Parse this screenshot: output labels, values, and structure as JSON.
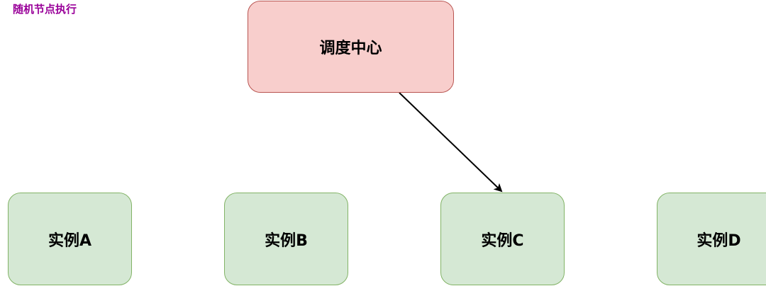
{
  "caption": "随机节点执行",
  "scheduler": {
    "label": "调度中心"
  },
  "instances": [
    {
      "label": "实例A"
    },
    {
      "label": "实例B"
    },
    {
      "label": "实例C"
    },
    {
      "label": "实例D"
    }
  ],
  "colors": {
    "caption": "#990099",
    "scheduler_fill": "#f8cecc",
    "scheduler_stroke": "#b85450",
    "instance_fill": "#d5e8d4",
    "instance_stroke": "#82b366",
    "arrow": "#000000"
  }
}
